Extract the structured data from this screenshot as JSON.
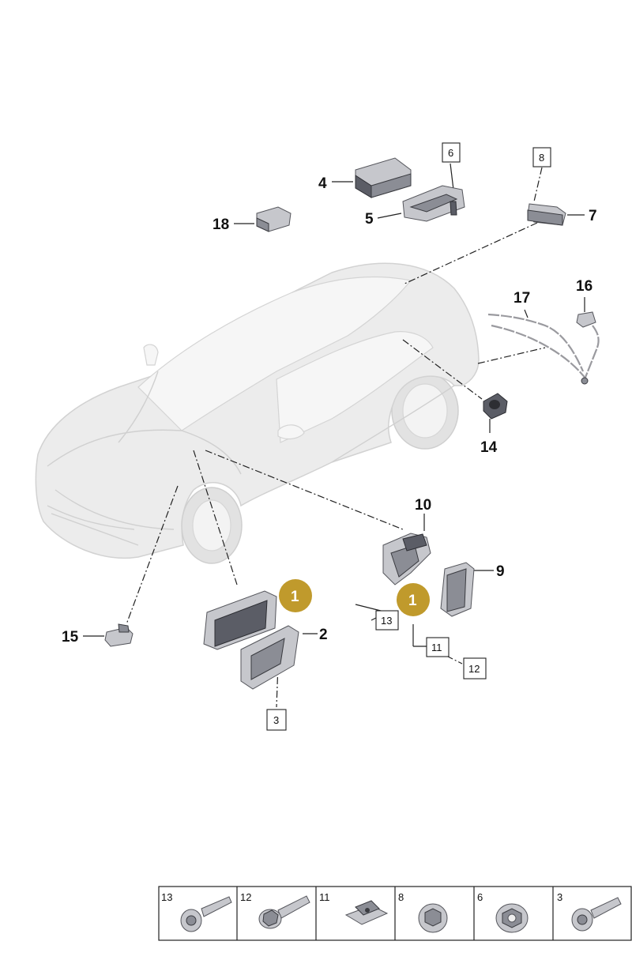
{
  "callouts": {
    "c1a": "1",
    "c1b": "1",
    "c2": "2",
    "c3": "3",
    "c4": "4",
    "c5": "5",
    "c6": "6",
    "c7": "7",
    "c8": "8",
    "c9": "9",
    "c10": "10",
    "c11": "11",
    "c12": "12",
    "c13": "13",
    "c14": "14",
    "c15": "15",
    "c16": "16",
    "c17": "17",
    "c18": "18"
  },
  "colors": {
    "badge_fill": "#c09a2c",
    "part_dark": "#5b5d66",
    "car_body": "#ececec"
  },
  "fasteners_table": [
    {
      "number": "13",
      "icon": "flange-bolt-icon"
    },
    {
      "number": "12",
      "icon": "hex-bolt-icon"
    },
    {
      "number": "11",
      "icon": "clip-nut-icon"
    },
    {
      "number": "8",
      "icon": "cap-nut-icon"
    },
    {
      "number": "6",
      "icon": "flange-nut-icon"
    },
    {
      "number": "3",
      "icon": "torx-bolt-icon"
    }
  ]
}
